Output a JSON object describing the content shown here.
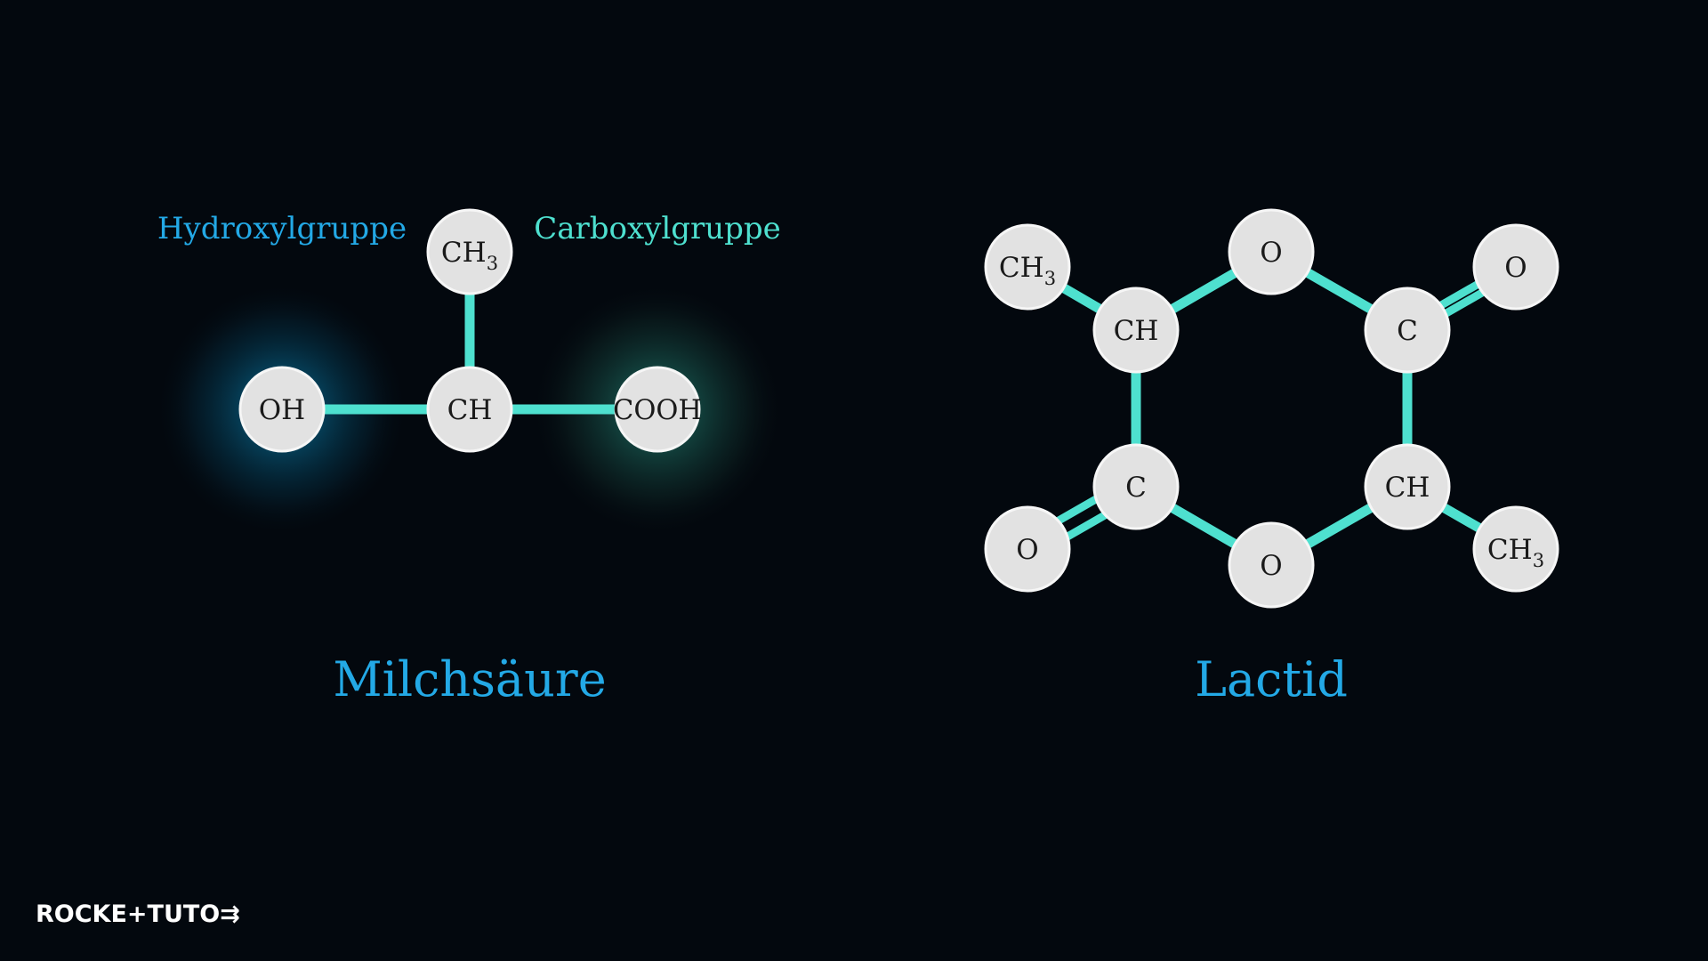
{
  "milchsaeure": {
    "title": "Milchsäure",
    "label_hydroxyl": "Hydroxylgruppe",
    "label_carboxyl": "Carboxylgruppe",
    "atoms": {
      "ch3": {
        "main": "CH",
        "sub": "3"
      },
      "oh": "OH",
      "ch": "CH",
      "cooh": "COOH"
    }
  },
  "lactid": {
    "title": "Lactid",
    "atoms": {
      "o_top": "O",
      "c_right": "C",
      "ch_right": "CH",
      "o_bottom": "O",
      "c_left": "C",
      "ch_left": "CH",
      "ch3_top_left": {
        "main": "CH",
        "sub": "3"
      },
      "o_top_right": "O",
      "o_bottom_left": "O",
      "ch3_bottom_right": {
        "main": "CH",
        "sub": "3"
      }
    }
  },
  "brand": {
    "logo_text": "ROCKE+TUTO⇉"
  },
  "colors": {
    "background": "#03080e",
    "bond": "#4ee0cf",
    "atom_fill": "#e2e2e2",
    "hydroxyl_label": "#23a9e6",
    "carboxyl_label": "#4ee0cf",
    "title": "#23a9e6",
    "hydroxyl_glow": "#0a8fc4",
    "carboxyl_glow": "#2fb8a0"
  }
}
